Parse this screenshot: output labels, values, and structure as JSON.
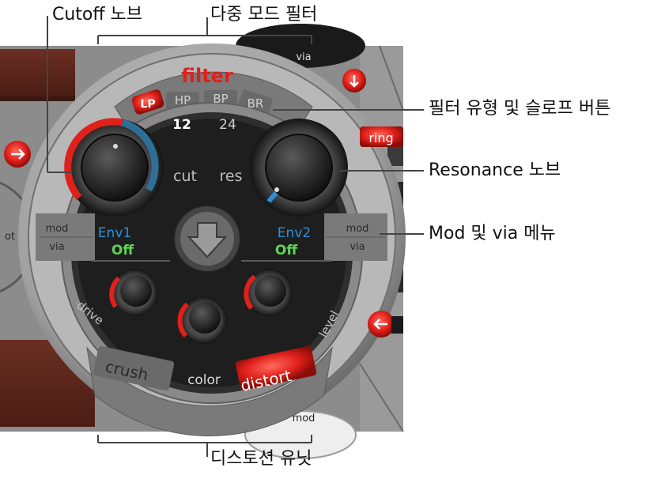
{
  "callouts": {
    "cutoff": "Cutoff 노브",
    "multimode": "다중 모드 필터",
    "type_slope": "필터 유형 및 슬로프 버튼",
    "resonance": "Resonance 노브",
    "mod_via": "Mod 및 via 메뉴",
    "distortion": "디스토션 유닛"
  },
  "filter": {
    "title": "filter",
    "types": [
      "LP",
      "HP",
      "BP",
      "BR"
    ],
    "selected_type": "LP",
    "slopes": [
      "12",
      "24"
    ],
    "selected_slope": "12",
    "cut_label": "cut",
    "res_label": "res",
    "env_left": "Env1",
    "env_right": "Env2",
    "env_left_state": "Off",
    "env_right_state": "Off",
    "mod_left": "mod",
    "via_left": "via",
    "mod_right": "mod",
    "via_right": "via",
    "drive_label": "drive",
    "level_label": "level",
    "crush_label": "crush",
    "color_label": "color",
    "distort_label": "distort"
  },
  "surround": {
    "top_via": "via",
    "bottom_mod": "mod",
    "ring_label": "ring",
    "side_left_partial": "ot"
  },
  "colors": {
    "accent_red": "#e0201a",
    "env_blue": "#2e8fd4",
    "env_green": "#5fd455",
    "panel_grey": "#8f8f8f",
    "dark_panel": "#1e1e1e"
  }
}
